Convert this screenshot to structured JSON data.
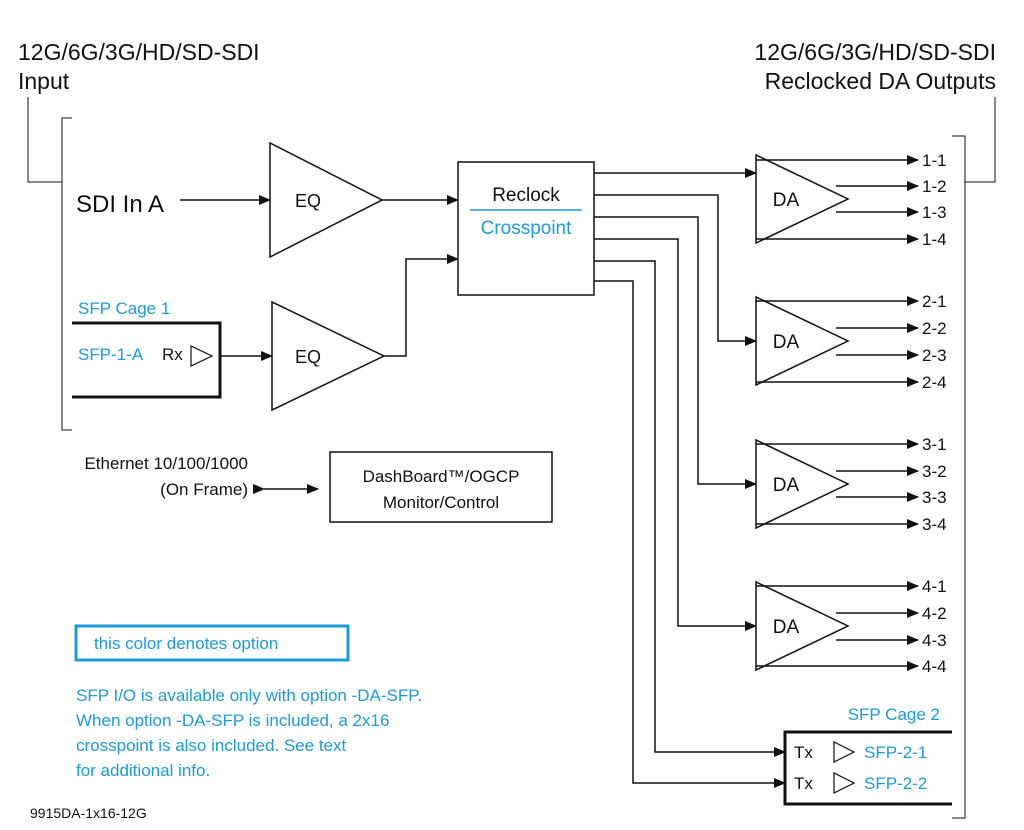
{
  "colors": {
    "line": "#111111",
    "option": "#1b9bd7",
    "background": "#ffffff"
  },
  "header": {
    "input_title_line1": "12G/6G/3G/HD/SD-SDI",
    "input_title_line2": "Input",
    "output_title_line1": "12G/6G/3G/HD/SD-SDI",
    "output_title_line2": "Reclocked DA Outputs"
  },
  "inputs": {
    "sdi_in": "SDI In A",
    "sfp_cage1": "SFP Cage 1",
    "sfp_1a": "SFP-1-A",
    "rx": "Rx"
  },
  "blocks": {
    "eq1": "EQ",
    "eq2": "EQ",
    "reclock": "Reclock",
    "crosspoint": "Crosspoint",
    "da": [
      "DA",
      "DA",
      "DA",
      "DA"
    ]
  },
  "outputs": {
    "groups": [
      [
        "1-1",
        "1-2",
        "1-3",
        "1-4"
      ],
      [
        "2-1",
        "2-2",
        "2-3",
        "2-4"
      ],
      [
        "3-1",
        "3-2",
        "3-3",
        "3-4"
      ],
      [
        "4-1",
        "4-2",
        "4-3",
        "4-4"
      ]
    ],
    "sfp_cage2": "SFP Cage 2",
    "tx1": "Tx",
    "sfp_2_1": "SFP-2-1",
    "tx2": "Tx",
    "sfp_2_2": "SFP-2-2"
  },
  "control": {
    "ethernet_line1": "Ethernet 10/100/1000",
    "ethernet_line2": "(On Frame)",
    "dashboard_line1": "DashBoard™/OGCP",
    "dashboard_line2": "Monitor/Control"
  },
  "legend": {
    "option_box": "this color denotes option",
    "note_lines": [
      "SFP I/O is available only with option -DA-SFP.",
      "When option -DA-SFP is included, a 2x16",
      "crosspoint is also included. See text",
      "for additional info."
    ]
  },
  "footer": {
    "model": "9915DA-1x16-12G"
  }
}
